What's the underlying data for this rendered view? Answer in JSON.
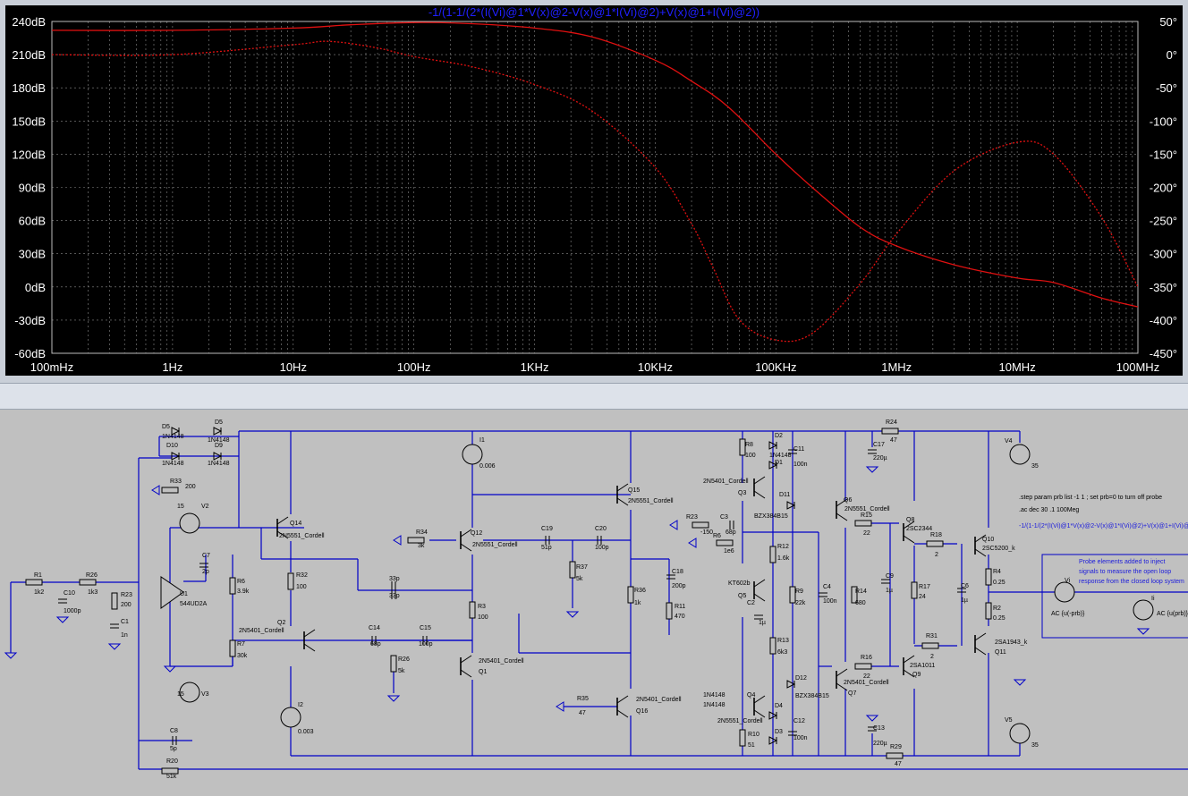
{
  "plot": {
    "trace_expression": "-1/(1-1/(2*(I(Vi)@1*V(x)@2-V(x)@1*I(Vi)@2)+V(x)@1+I(Vi)@2))",
    "colors": {
      "background": "#000000",
      "grid": "#8a8a8a",
      "trace": "#e01010",
      "axis_text": "#ffffff",
      "title": "#2020ff"
    }
  },
  "chart_data": {
    "type": "line",
    "title": "-1/(1-1/(2*(I(Vi)@1*V(x)@2-V(x)@1*I(Vi)@2)+V(x)@1+I(Vi)@2))",
    "x_scale": "log",
    "xlim": [
      0.1,
      100000000
    ],
    "x_ticks": [
      "100mHz",
      "1Hz",
      "10Hz",
      "100Hz",
      "1KHz",
      "10KHz",
      "100KHz",
      "1MHz",
      "10MHz",
      "100MHz"
    ],
    "y_left_ticks": [
      "240dB",
      "210dB",
      "180dB",
      "150dB",
      "120dB",
      "90dB",
      "60dB",
      "30dB",
      "0dB",
      "-30dB",
      "-60dB"
    ],
    "y_right_ticks": [
      "50°",
      "0°",
      "-50°",
      "-100°",
      "-150°",
      "-200°",
      "-250°",
      "-300°",
      "-350°",
      "-400°",
      "-450°"
    ],
    "ylim_left": [
      -60,
      240
    ],
    "ylim_right": [
      -450,
      50
    ],
    "grid": true,
    "series": [
      {
        "style": "solid",
        "axis": "left",
        "x": [
          0.1,
          1,
          10,
          30,
          100,
          300,
          1000,
          3000,
          10000,
          20000,
          40000,
          100000,
          200000,
          500000,
          1000000,
          3000000,
          10000000,
          20000000,
          50000000,
          100000000
        ],
        "values": [
          232,
          232,
          234,
          237,
          239,
          238,
          234,
          226,
          205,
          186,
          163,
          120,
          90,
          54,
          37,
          20,
          8,
          4,
          -10,
          -18
        ]
      },
      {
        "style": "dashed",
        "axis": "right",
        "x": [
          0.1,
          1,
          10,
          20,
          50,
          100,
          300,
          1000,
          3000,
          10000,
          20000,
          30000,
          50000,
          100000,
          200000,
          500000,
          1000000,
          3000000,
          10000000,
          20000000,
          50000000,
          100000000
        ],
        "values": [
          0,
          0,
          15,
          20,
          10,
          -3,
          -18,
          -45,
          -85,
          -170,
          -255,
          -320,
          -400,
          -430,
          -420,
          -345,
          -270,
          -175,
          -132,
          -150,
          -245,
          -350
        ]
      }
    ]
  },
  "schematic": {
    "colors": {
      "wire": "#0000c8",
      "background": "#c0c0c0",
      "component": "#000000",
      "directive": "#1a1adc"
    },
    "labels": [
      [
        "R1",
        38,
        645
      ],
      [
        "1k2",
        38,
        664
      ],
      [
        "R26",
        96,
        645
      ],
      [
        "1k3",
        98,
        664
      ],
      [
        "C10",
        71,
        665
      ],
      [
        "1000p",
        71,
        685
      ],
      [
        "R23",
        135,
        667
      ],
      [
        "200",
        135,
        678
      ],
      [
        "C1",
        135,
        697
      ],
      [
        "1n",
        135,
        712
      ],
      [
        "R33",
        190,
        540
      ],
      [
        "200",
        207,
        546
      ],
      [
        "D5",
        181,
        479
      ],
      [
        "1N4148",
        181,
        490
      ],
      [
        "D5",
        240,
        474
      ],
      [
        "1N4148",
        232,
        494
      ],
      [
        "D10",
        186,
        500
      ],
      [
        "1N4148",
        181,
        520
      ],
      [
        "D9",
        240,
        500
      ],
      [
        "1N4148",
        232,
        520
      ],
      [
        "U1",
        201,
        666
      ],
      [
        "544UD2A",
        201,
        677
      ],
      [
        "C7",
        226,
        623
      ],
      [
        "2p",
        226,
        641
      ],
      [
        "V2",
        225,
        568
      ],
      [
        "15",
        198,
        568
      ],
      [
        "V3",
        225,
        778
      ],
      [
        "15",
        198,
        778
      ],
      [
        "R6",
        265,
        652
      ],
      [
        "3.9k",
        265,
        663
      ],
      [
        "R7",
        265,
        722
      ],
      [
        "30k",
        265,
        735
      ],
      [
        "C8",
        190,
        819
      ],
      [
        "5p",
        190,
        839
      ],
      [
        "R20",
        186,
        853
      ],
      [
        "51k",
        186,
        870
      ],
      [
        "Q14",
        324,
        587
      ],
      [
        "2N5551_Cordell",
        312,
        601
      ],
      [
        "R32",
        331,
        645
      ],
      [
        "100",
        331,
        658
      ],
      [
        "Q2",
        310,
        698
      ],
      [
        "2N5401_Cordell",
        267,
        707
      ],
      [
        "I2",
        333,
        790
      ],
      [
        "0.003",
        333,
        820
      ],
      [
        "R34",
        465,
        597
      ],
      [
        "3k",
        467,
        612
      ],
      [
        "Q12",
        526,
        598
      ],
      [
        "2N5551_Cordell",
        528,
        611
      ],
      [
        "33p",
        435,
        649
      ],
      [
        "33p",
        435,
        668
      ],
      [
        "C14",
        412,
        704
      ],
      [
        "68p",
        414,
        722
      ],
      [
        "C15",
        469,
        704
      ],
      [
        "100p",
        468,
        722
      ],
      [
        "R26",
        445,
        739
      ],
      [
        "5k",
        445,
        752
      ],
      [
        "R3",
        534,
        680
      ],
      [
        "100",
        534,
        692
      ],
      [
        "2N5401_Cordell",
        535,
        741
      ],
      [
        "Q1",
        535,
        753
      ],
      [
        "I1",
        536,
        494
      ],
      [
        "0.006",
        536,
        523
      ],
      [
        "C19",
        605,
        593
      ],
      [
        "51p",
        605,
        614
      ],
      [
        "C20",
        665,
        593
      ],
      [
        "100p",
        665,
        614
      ],
      [
        "R37",
        644,
        636
      ],
      [
        "5k",
        644,
        649
      ],
      [
        "R35",
        645,
        783
      ],
      [
        "47",
        647,
        799
      ],
      [
        "Q15",
        702,
        550
      ],
      [
        "2N5551_Cordell",
        702,
        562
      ],
      [
        "R36",
        709,
        662
      ],
      [
        "1k",
        709,
        676
      ],
      [
        "C18",
        751,
        641
      ],
      [
        "200p",
        751,
        657
      ],
      [
        "R11",
        754,
        680
      ],
      [
        "470",
        754,
        691
      ],
      [
        "2N5401_Cordell",
        711,
        784
      ],
      [
        "Q16",
        711,
        797
      ],
      [
        "R8",
        833,
        499
      ],
      [
        "100",
        833,
        511
      ],
      [
        "D2",
        866,
        489
      ],
      [
        "1N4148",
        860,
        511
      ],
      [
        "D1",
        866,
        519
      ],
      [
        "C11",
        887,
        504
      ],
      [
        "100n",
        887,
        521
      ],
      [
        "2N5401_Cordell",
        786,
        540
      ],
      [
        "Q3",
        825,
        553
      ],
      [
        "D11",
        871,
        555
      ],
      [
        "BZX384B15",
        843,
        579
      ],
      [
        "R23",
        767,
        580
      ],
      [
        "-150",
        783,
        597
      ],
      [
        "C3",
        805,
        580
      ],
      [
        "68p",
        811,
        597
      ],
      [
        "R6",
        797,
        601
      ],
      [
        "1e6",
        809,
        618
      ],
      [
        "R12",
        869,
        613
      ],
      [
        "1.6k",
        869,
        626
      ],
      [
        "KT602b",
        814,
        654
      ],
      [
        "Q5",
        825,
        668
      ],
      [
        "C2",
        835,
        676
      ],
      [
        "1µ",
        848,
        698
      ],
      [
        "R9",
        889,
        663
      ],
      [
        "22k",
        889,
        676
      ],
      [
        "R13",
        869,
        718
      ],
      [
        "6k3",
        869,
        731
      ],
      [
        "D12",
        889,
        760
      ],
      [
        "BZX384B15",
        889,
        780
      ],
      [
        "1N4148",
        786,
        779
      ],
      [
        "1N4148",
        786,
        790
      ],
      [
        "Q4",
        835,
        779
      ],
      [
        "D4",
        866,
        791
      ],
      [
        "2N5551_Cordell",
        802,
        808
      ],
      [
        "D3",
        866,
        820
      ],
      [
        "R10",
        836,
        823
      ],
      [
        "51",
        836,
        835
      ],
      [
        "C12",
        887,
        808
      ],
      [
        "100n",
        887,
        827
      ],
      [
        "C4",
        920,
        658
      ],
      [
        "100n",
        920,
        674
      ],
      [
        "Q6",
        943,
        561
      ],
      [
        "2N5551_Cordell",
        944,
        571
      ],
      [
        "R15",
        962,
        578
      ],
      [
        "22",
        965,
        598
      ],
      [
        "R14",
        956,
        663
      ],
      [
        "680",
        956,
        676
      ],
      [
        "C9",
        990,
        646
      ],
      [
        "1µ",
        990,
        662
      ],
      [
        "R16",
        962,
        737
      ],
      [
        "22",
        965,
        758
      ],
      [
        "2N5401_Cordell",
        943,
        765
      ],
      [
        "Q7",
        948,
        777
      ],
      [
        "C17",
        976,
        499
      ],
      [
        "220µ",
        976,
        514
      ],
      [
        "R24",
        990,
        474
      ],
      [
        "47",
        995,
        494
      ],
      [
        "C13",
        976,
        816
      ],
      [
        "220µ",
        976,
        833
      ],
      [
        "R29",
        995,
        837
      ],
      [
        "47",
        1000,
        856
      ],
      [
        "Q8",
        1013,
        583
      ],
      [
        "2SC2344",
        1013,
        593
      ],
      [
        "R18",
        1040,
        600
      ],
      [
        "2",
        1045,
        622
      ],
      [
        "R17",
        1027,
        658
      ],
      [
        "24",
        1027,
        669
      ],
      [
        "2SA1011",
        1017,
        746
      ],
      [
        "Q9",
        1020,
        756
      ],
      [
        "R31",
        1035,
        713
      ],
      [
        "2",
        1040,
        736
      ],
      [
        "C6",
        1074,
        657
      ],
      [
        "1µ",
        1074,
        673
      ],
      [
        "Q10",
        1098,
        605
      ],
      [
        "2SC5200_k",
        1098,
        615
      ],
      [
        "R4",
        1110,
        641
      ],
      [
        "0.25",
        1110,
        653
      ],
      [
        "R2",
        1110,
        682
      ],
      [
        "0.25",
        1110,
        693
      ],
      [
        "2SA1943_k",
        1112,
        720
      ],
      [
        "Q11",
        1112,
        731
      ],
      [
        "V4",
        1123,
        495
      ],
      [
        "35",
        1153,
        523
      ],
      [
        "V5",
        1123,
        807
      ],
      [
        "35",
        1153,
        835
      ],
      [
        "Vi",
        1190,
        651
      ],
      [
        "AC {u(-prb)}",
        1175,
        688
      ],
      [
        "Ii",
        1287,
        671
      ],
      [
        "AC {u(prb)}",
        1293,
        688
      ]
    ],
    "directives": [
      ".step param prb list -1 1 ; set prb=0 to turn off probe",
      ".ac dec 30 .1 100Meg",
      "-1/(1-1/(2*(I(Vi)@1*V(x)@2-V(x)@1*I(Vi)@2)+V(x)@1+I(Vi)@2))"
    ],
    "probe_note": [
      "Probe elements added to inject",
      "signals to measure the open loop",
      "response from the closed loop system"
    ]
  }
}
